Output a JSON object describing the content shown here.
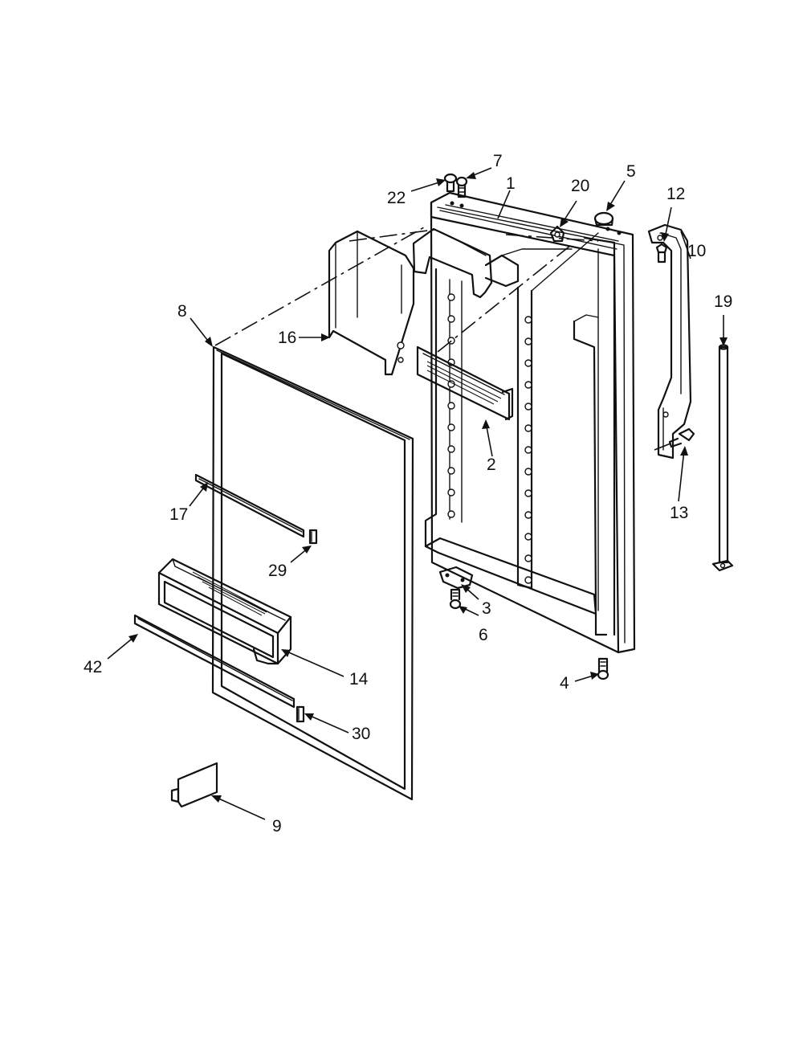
{
  "callouts": {
    "c1": "1",
    "c2": "2",
    "c3": "3",
    "c4": "4",
    "c5": "5",
    "c6": "6",
    "c7": "7",
    "c8": "8",
    "c9": "9",
    "c10": "10",
    "c12": "12",
    "c13": "13",
    "c14": "14",
    "c16": "16",
    "c17": "17",
    "c19": "19",
    "c20": "20",
    "c22": "22",
    "c29": "29",
    "c30": "30",
    "c42": "42"
  }
}
